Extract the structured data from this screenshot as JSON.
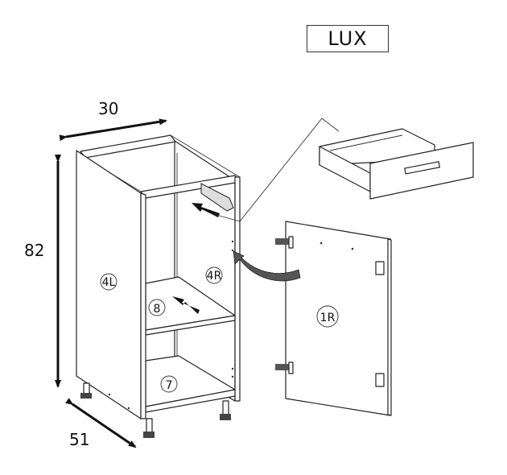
{
  "title_badge": "LUX",
  "dimensions": {
    "width": "30",
    "height": "82",
    "depth": "51"
  },
  "parts": {
    "left_side": "4L",
    "right_side": "4R",
    "middle_shelf": "8",
    "bottom": "7",
    "door": "1R"
  }
}
